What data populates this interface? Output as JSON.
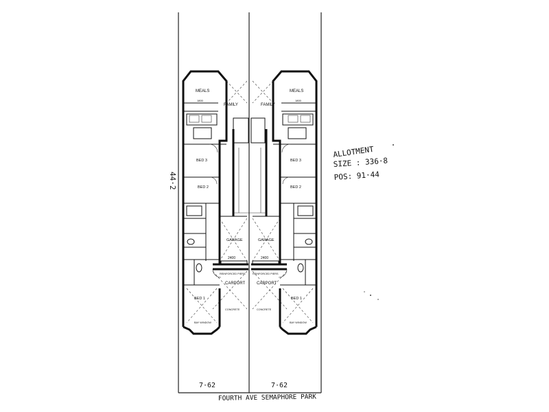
{
  "handwritten": {
    "allotment_line1": "ALLOTMENT",
    "allotment_line2": "SIZE : 336·8",
    "pos": "POS: 91·44",
    "side_dimension": "44·2",
    "frontage_left": "7·62",
    "frontage_right": "7·62",
    "street": "FOURTH AVE   SEMAPHORE PARK"
  },
  "left_unit": {
    "meals": "MEALS",
    "family": "FAMILY",
    "bed3": "BED 3",
    "bed2": "BED 2",
    "garage": "GARAGE",
    "carport": "CARPORT",
    "bed1": "BED 1",
    "bay_window": "BAY WINDOW",
    "concrete": "CONCRETE",
    "reinforced_piers": "REINFORCED PIERS",
    "door_dim": "2400",
    "top_dim": "1800"
  },
  "right_unit": {
    "meals": "MEALS",
    "family": "FAMILY",
    "bed3": "BED 3",
    "bed2": "BED 2",
    "garage": "GARAGE",
    "carport": "CARPORT",
    "bed1": "BED 1",
    "bay_window": "BAY WINDOW",
    "concrete": "CONCRETE",
    "reinforced_piers": "REINFORCED PIERS",
    "door_dim": "2400",
    "top_dim": "1800"
  }
}
